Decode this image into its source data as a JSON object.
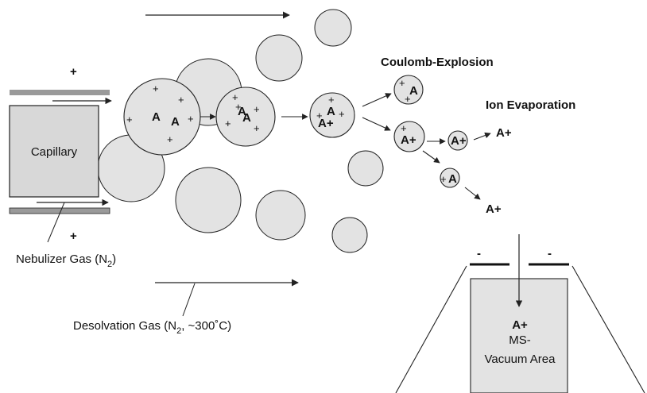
{
  "labels": {
    "capillary": "Capillary",
    "nebulizer_gas": "Nebulizer Gas (N",
    "nebulizer_sub": "2",
    "nebulizer_close": ")",
    "desolvation_gas": "Desolvation Gas (N",
    "desolvation_sub": "2",
    "desolvation_rest": ", ~300˚C)",
    "coulomb_explosion": "Coulomb-Explosion",
    "ion_evaporation": "Ion Evaporation",
    "ms_vacuum_line1": "MS-",
    "ms_vacuum_line2": "Vacuum Area",
    "ms_ion": "A+"
  },
  "symbols": {
    "plus": "+",
    "minus": "-",
    "analyte": "A",
    "ion": "A+"
  },
  "colors": {
    "droplet_fill": "#e3e3e3",
    "capillary_fill": "#d8d8d8",
    "electrode_fill": "#9a9a9a",
    "ms_fill": "#e3e3e3",
    "stroke": "#222222"
  }
}
